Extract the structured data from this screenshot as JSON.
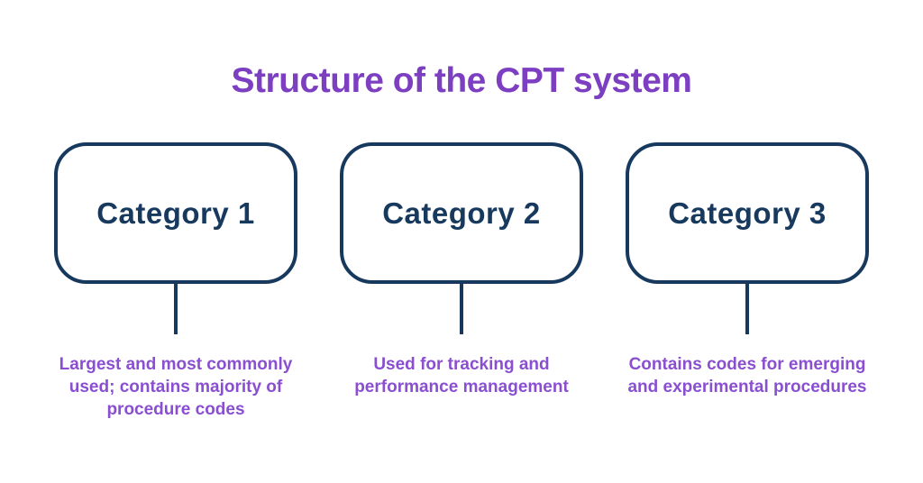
{
  "title": "Structure of the CPT system",
  "colors": {
    "accent_purple": "#7d3fc2",
    "description_purple": "#8a4fd1",
    "navy": "#17395e",
    "background": "#ffffff"
  },
  "categories": [
    {
      "label": "Category 1",
      "description": "Largest and most commonly used; contains majority of procedure codes"
    },
    {
      "label": "Category 2",
      "description": "Used for tracking and performance management"
    },
    {
      "label": "Category 3",
      "description": "Contains codes for emerging and experimental procedures"
    }
  ]
}
